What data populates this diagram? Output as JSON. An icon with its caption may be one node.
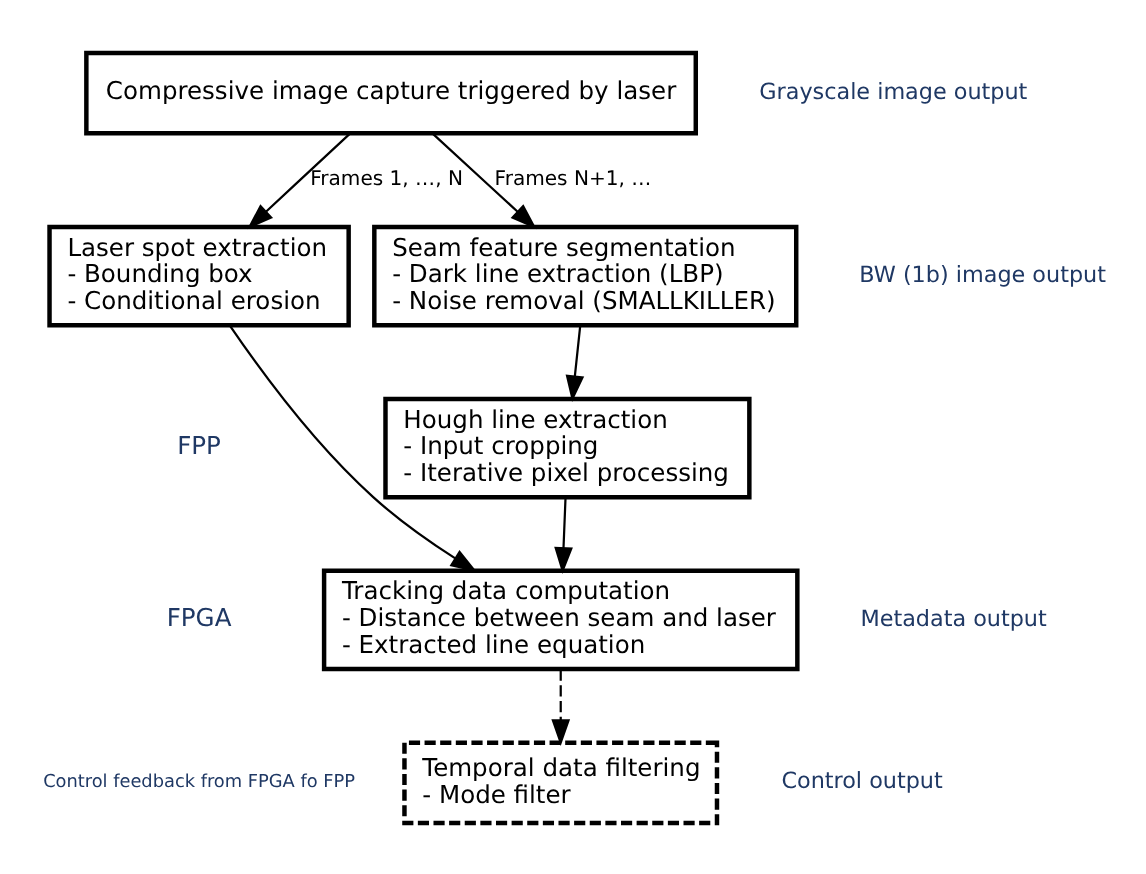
{
  "diagram": {
    "nodes": [
      {
        "text": [
          "Compressive image capture triggered by laser"
        ],
        "beside": [
          "Grayscale image output"
        ]
      },
      {
        "text": [
          "Laser spot extraction",
          "- Bounding box",
          "- Conditional erosion"
        ]
      },
      {
        "text": [
          "Seam feature segmentation",
          "- Dark line extraction (LBP)",
          "- Noise removal (SMALLKILLER)"
        ],
        "beside": [
          "BW (1b) image output"
        ]
      },
      {
        "text": [
          "Hough line extraction",
          "- Input cropping",
          "- Iterative pixel processing"
        ]
      },
      {
        "text": [
          "Tracking data computation",
          "- Distance between seam and laser",
          "- Extracted line equation"
        ],
        "beside": [
          "Metadata output"
        ]
      },
      {
        "text": [
          "Temporal data filtering",
          "- Mode filter"
        ],
        "beside": [
          "Control output"
        ]
      }
    ],
    "edges": [
      {
        "from": 0,
        "to": 1,
        "arrow": "to",
        "label": "Frames 1, …, N"
      },
      {
        "from": 0,
        "to": 2,
        "arrow": "to",
        "label": "Frames N+1, …"
      },
      {
        "from": 2,
        "to": 3,
        "arrow": "to"
      },
      {
        "from": 1,
        "to": 4,
        "arrow": "to"
      },
      {
        "from": 3,
        "to": 4,
        "arrow": "to"
      },
      {
        "from": 4,
        "to": 5,
        "arrow": "to",
        "style": "dashed"
      }
    ],
    "labels": [
      "FPP",
      "FPGA",
      "Control feedback from FPGA fo FPP"
    ]
  }
}
